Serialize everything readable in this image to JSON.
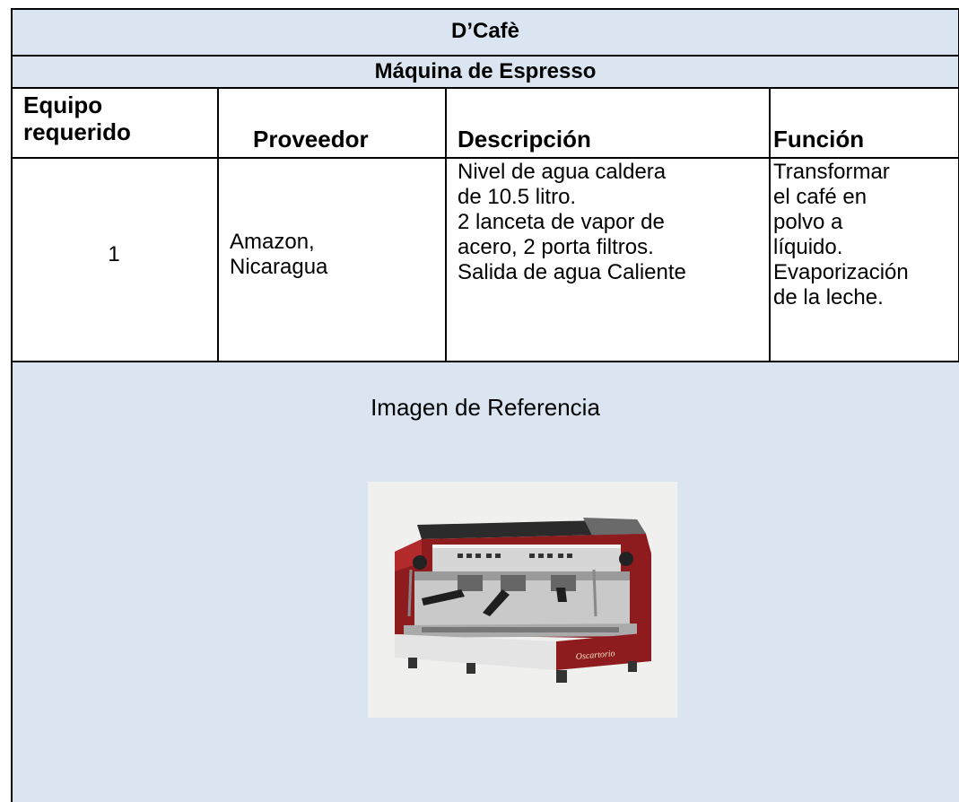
{
  "doc": {
    "title": "D’Cafè",
    "subtitle": "Máquina de Espresso",
    "headers": {
      "equipo": "Equipo requerido",
      "proveedor": "Proveedor",
      "descripcion": "Descripción",
      "funcion": "Función"
    },
    "row": {
      "equipo": "1",
      "proveedor": "Amazon, Nicaragua",
      "descripcion": [
        "Nivel de agua caldera",
        "de 10.5 litro.",
        "2 lanceta de vapor de",
        "acero, 2 porta filtros.",
        "Salida de agua Caliente"
      ],
      "funcion": [
        "Transformar",
        "el café en",
        "polvo a",
        "líquido.",
        "Evaporización",
        "de la leche."
      ]
    },
    "image_caption": "Imagen de Referencia",
    "image_brand": "Oscartorio",
    "colors": {
      "header_fill": "#dbe5f1",
      "machine_red": "#8e1b1e"
    }
  }
}
